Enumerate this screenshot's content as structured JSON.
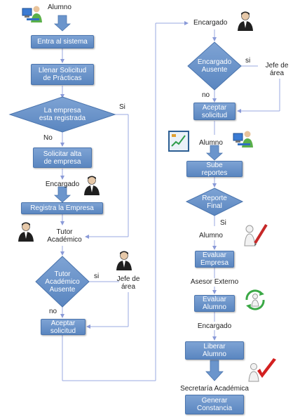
{
  "diagram": {
    "process_steps": {
      "entra_sistema": "Entra al sistema",
      "llenar_solicitud": "Llenar Solicitud\nde Prácticas",
      "solicitar_alta": "Solicitar alta\nde empresa",
      "registra_empresa": "Registra la Empresa",
      "aceptar_solicitud_1": "Aceptar\nsolicitud",
      "aceptar_solicitud_2": "Aceptar\nsolicitud",
      "sube_reportes": "Sube\nreportes",
      "evaluar_empresa": "Evaluar\nEmpresa",
      "evaluar_alumno": "Evaluar\nAlumno",
      "liberar_alumno": "Liberar\nAlumno",
      "generar_constancia": "Generar\nConstancia"
    },
    "decisions": {
      "empresa_registrada": "La empresa\nesta registrada",
      "tutor_ausente": "Tutor\nAcadémico\nAusente",
      "encargado_ausente": "Encargado\nAusente",
      "reporte_final": "Reporte\nFinal"
    },
    "actors": {
      "alumno_1": "Alumno",
      "encargado_1": "Encargado",
      "tutor_academico": "Tutor\nAcadémico",
      "jefe_area_1": "Jefe de\nárea",
      "encargado_2": "Encargado",
      "jefe_area_2": "Jefe de\nárea",
      "alumno_2": "Alumno",
      "alumno_3": "Alumno",
      "asesor_externo": "Asesor Externo",
      "encargado_3": "Encargado",
      "secretaria_academica": "Secretaría Académica"
    },
    "branch_labels": {
      "si_1": "Si",
      "no_1": "No",
      "si_2": "si",
      "no_2": "no",
      "si_3": "si",
      "no_3": "no",
      "si_4": "Si"
    },
    "icons": {
      "student_pc": "student-computer-icon",
      "manager": "businessman-icon",
      "report": "chart-report-icon",
      "evaluation": "figure-pencil-icon",
      "recycle": "recycle-figure-icon",
      "approved": "red-checkmark-icon"
    },
    "colors": {
      "box_fill": "#6b95cc",
      "box_border": "#4a74ad",
      "connector": "#9aa8e0",
      "text_on_shape": "#ffffff"
    }
  }
}
